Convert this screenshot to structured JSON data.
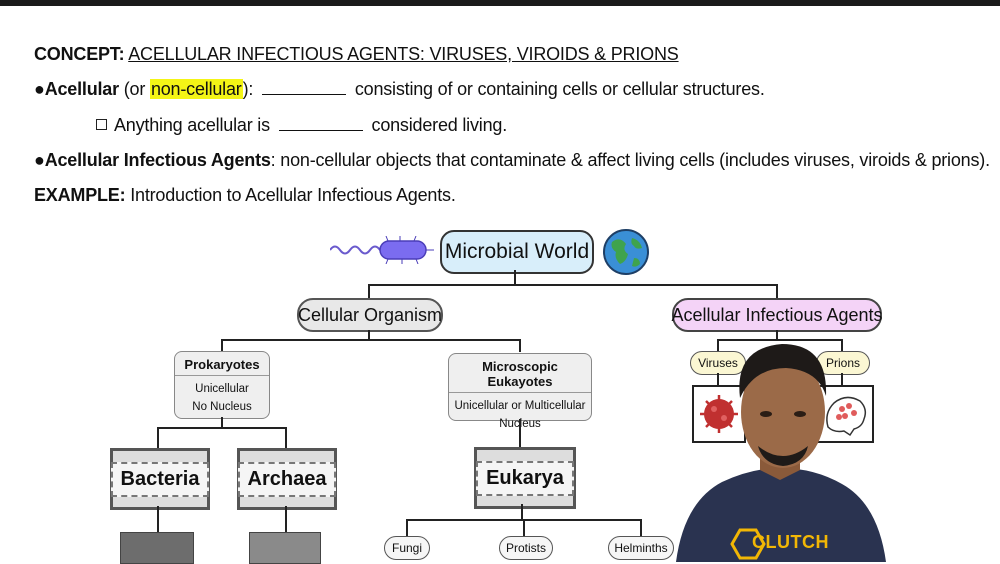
{
  "header": {
    "concept_label": "CONCEPT:",
    "concept_title": "ACELLULAR INFECTIOUS AGENTS: VIRUSES, VIROIDS & PRIONS",
    "acellular_term": "Acellular",
    "acellular_paren_open": "(or ",
    "acellular_highlight": "non-cellular",
    "acellular_paren_close": "):",
    "acellular_rest": "consisting of or containing cells or cellular structures.",
    "anything_text": "Anything acellular is",
    "anything_rest": "considered living.",
    "aia_term": "Acellular Infectious Agents",
    "aia_rest": ": non-cellular objects that contaminate & affect living cells (includes viruses, viroids & prions).",
    "example_label": "EXAMPLE:",
    "example_text": "Introduction to Acellular Infectious Agents."
  },
  "diagram": {
    "root": "Microbial World",
    "cellular": "Cellular Organism",
    "acellular": "Acellular Infectious Agents",
    "prokaryotes": {
      "title": "Prokaryotes",
      "line1": "Unicellular",
      "line2": "No Nucleus"
    },
    "eukaryotes": {
      "title": "Microscopic Eukayotes",
      "line1": "Unicellular or Multicellular",
      "line2": "Nucleus"
    },
    "bacteria": "Bacteria",
    "archaea": "Archaea",
    "eukarya": "Eukarya",
    "fungi": "Fungi",
    "protists": "Protists",
    "helminths": "Helminths",
    "viruses": "Viruses",
    "prions": "Prions"
  },
  "branding": {
    "logo": "CLUTCH"
  },
  "colors": {
    "highlight": "#f4f516",
    "root_fill": "#d8eefa",
    "acellular_fill": "#f4d3f7",
    "logo": "#f2b705"
  }
}
